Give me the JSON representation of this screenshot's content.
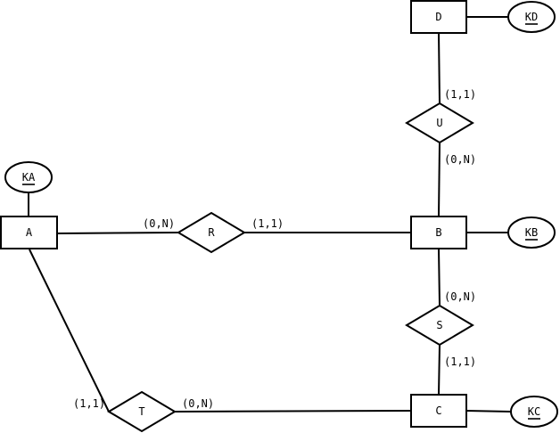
{
  "diagram": {
    "entities": {
      "A": "A",
      "B": "B",
      "C": "C",
      "D": "D"
    },
    "relationships": {
      "R": "R",
      "S": "S",
      "T": "T",
      "U": "U"
    },
    "attributes": {
      "KA": "KA",
      "KB": "KB",
      "KC": "KC",
      "KD": "KD"
    },
    "cardinalities": {
      "a_r": "(0,N)",
      "r_b": "(1,1)",
      "a_t": "(1,1)",
      "t_c": "(0,N)",
      "d_u": "(1,1)",
      "u_b": "(0,N)",
      "b_s": "(0,N)",
      "s_c": "(1,1)"
    },
    "colors": {
      "stroke": "#000000",
      "fill": "#ffffff"
    }
  }
}
